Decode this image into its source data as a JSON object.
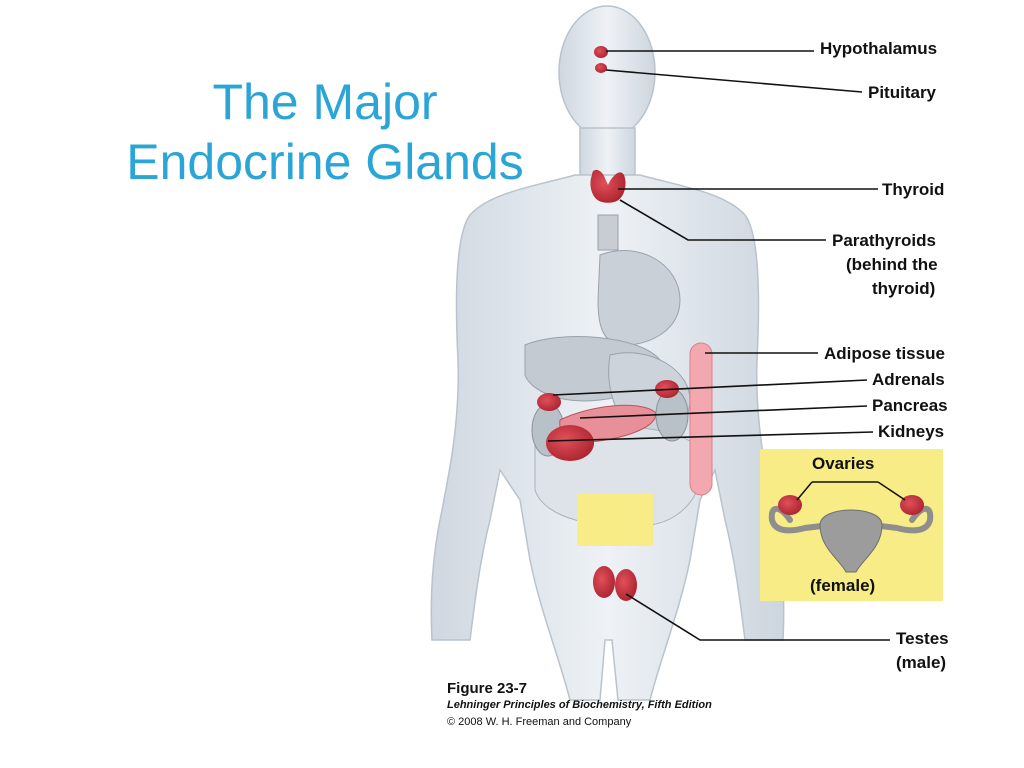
{
  "title": {
    "line1": "The Major",
    "line2": "Endocrine Glands"
  },
  "labels": {
    "hypothalamus": "Hypothalamus",
    "pituitary": "Pituitary",
    "thyroid": "Thyroid",
    "parathyroids_1": "Parathyroids",
    "parathyroids_2": "(behind the",
    "parathyroids_3": "thyroid)",
    "adipose": "Adipose tissue",
    "adrenals": "Adrenals",
    "pancreas": "Pancreas",
    "kidneys": "Kidneys",
    "ovaries": "Ovaries",
    "female": "(female)",
    "testes": "Testes",
    "male": "(male)"
  },
  "caption": {
    "figure": "Figure 23-7",
    "book": "Lehninger Principles of Biochemistry, Fifth Edition",
    "copyright": "© 2008 W. H. Freeman and Company"
  },
  "colors": {
    "title": "#2aa5d6",
    "gland": "#c0313c",
    "body": "#e6ebf0",
    "inset_bg": "#f8ec86",
    "adipose": "#f2a8ae"
  }
}
